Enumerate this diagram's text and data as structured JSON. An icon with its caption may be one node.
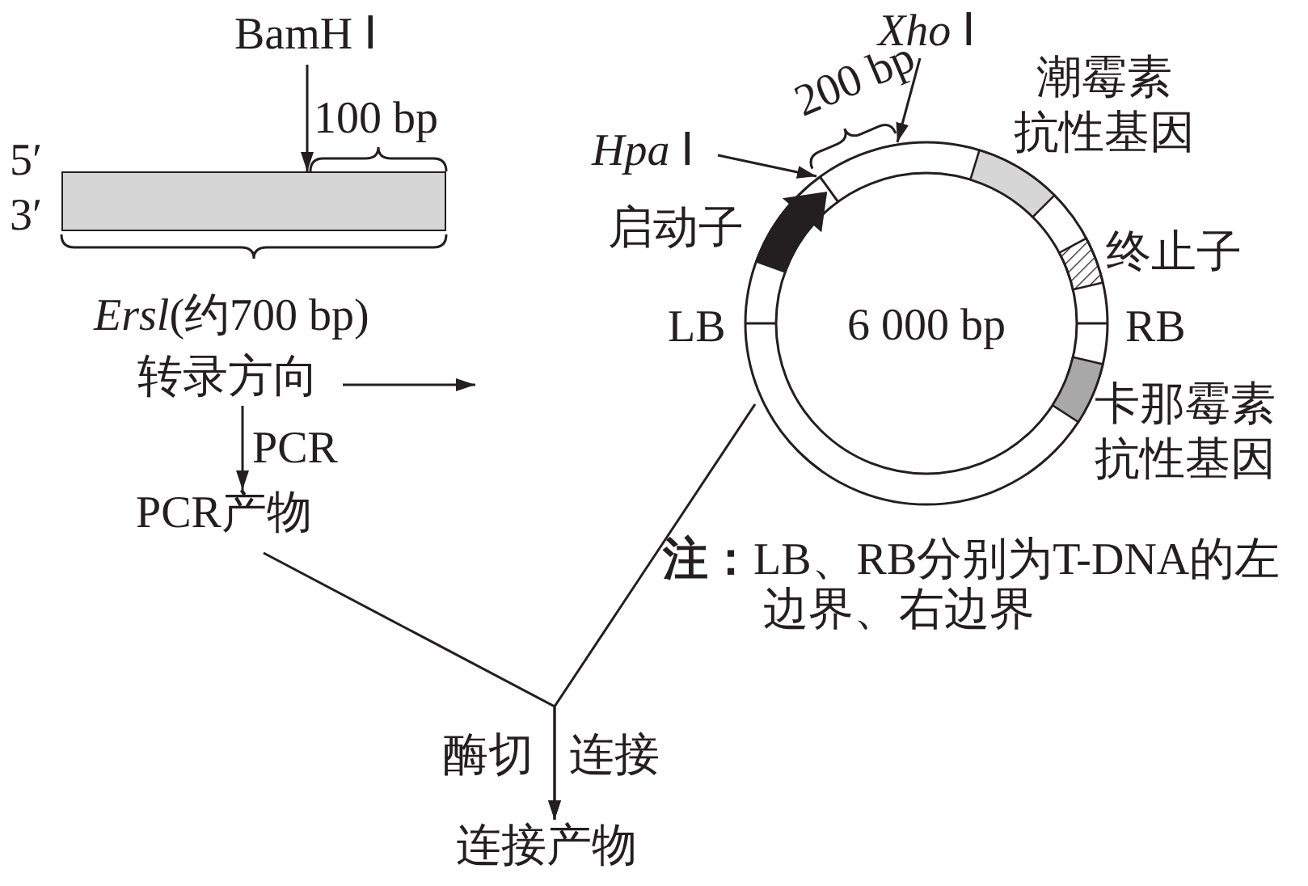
{
  "diagram": {
    "nodes": [
      {
        "text": [
          "BamH Ⅰ"
        ]
      },
      {
        "text": [],
        "shape": "bar"
      },
      {
        "text": [
          "*Xho* Ⅰ"
        ]
      },
      {
        "text": [
          "*Hpa* Ⅰ"
        ]
      },
      {
        "text": [
          "6 000 bp"
        ]
      },
      {
        "text": [
          "*Ersl*(约700 bp)",
          "转录方向"
        ]
      },
      {
        "text": [
          "PCR产物"
        ]
      },
      {
        "text": [
          "连接产物"
        ]
      }
    ],
    "edges": [
      {
        "from": 0,
        "to": 1,
        "arrow": "to"
      },
      {
        "from": 2,
        "to": 4,
        "arrow": "to"
      },
      {
        "from": 3,
        "to": 4,
        "arrow": "to"
      },
      {
        "from": 5,
        "to": 6,
        "arrow": "to",
        "label": "PCR"
      },
      {
        "from": 6,
        "to": 7,
        "arrow": "to",
        "label": "酶切"
      },
      {
        "from": 4,
        "to": 7,
        "arrow": "to",
        "label": "连接"
      }
    ],
    "labels": [
      "5′",
      "3′",
      "100 bp",
      "200 bp",
      "潮霉素抗性基因",
      "启动子",
      "终止子",
      "LB",
      "RB",
      "卡那霉素抗性基因",
      "**注：**LB、RB分别为T-DNA的左边界、右边界"
    ]
  }
}
